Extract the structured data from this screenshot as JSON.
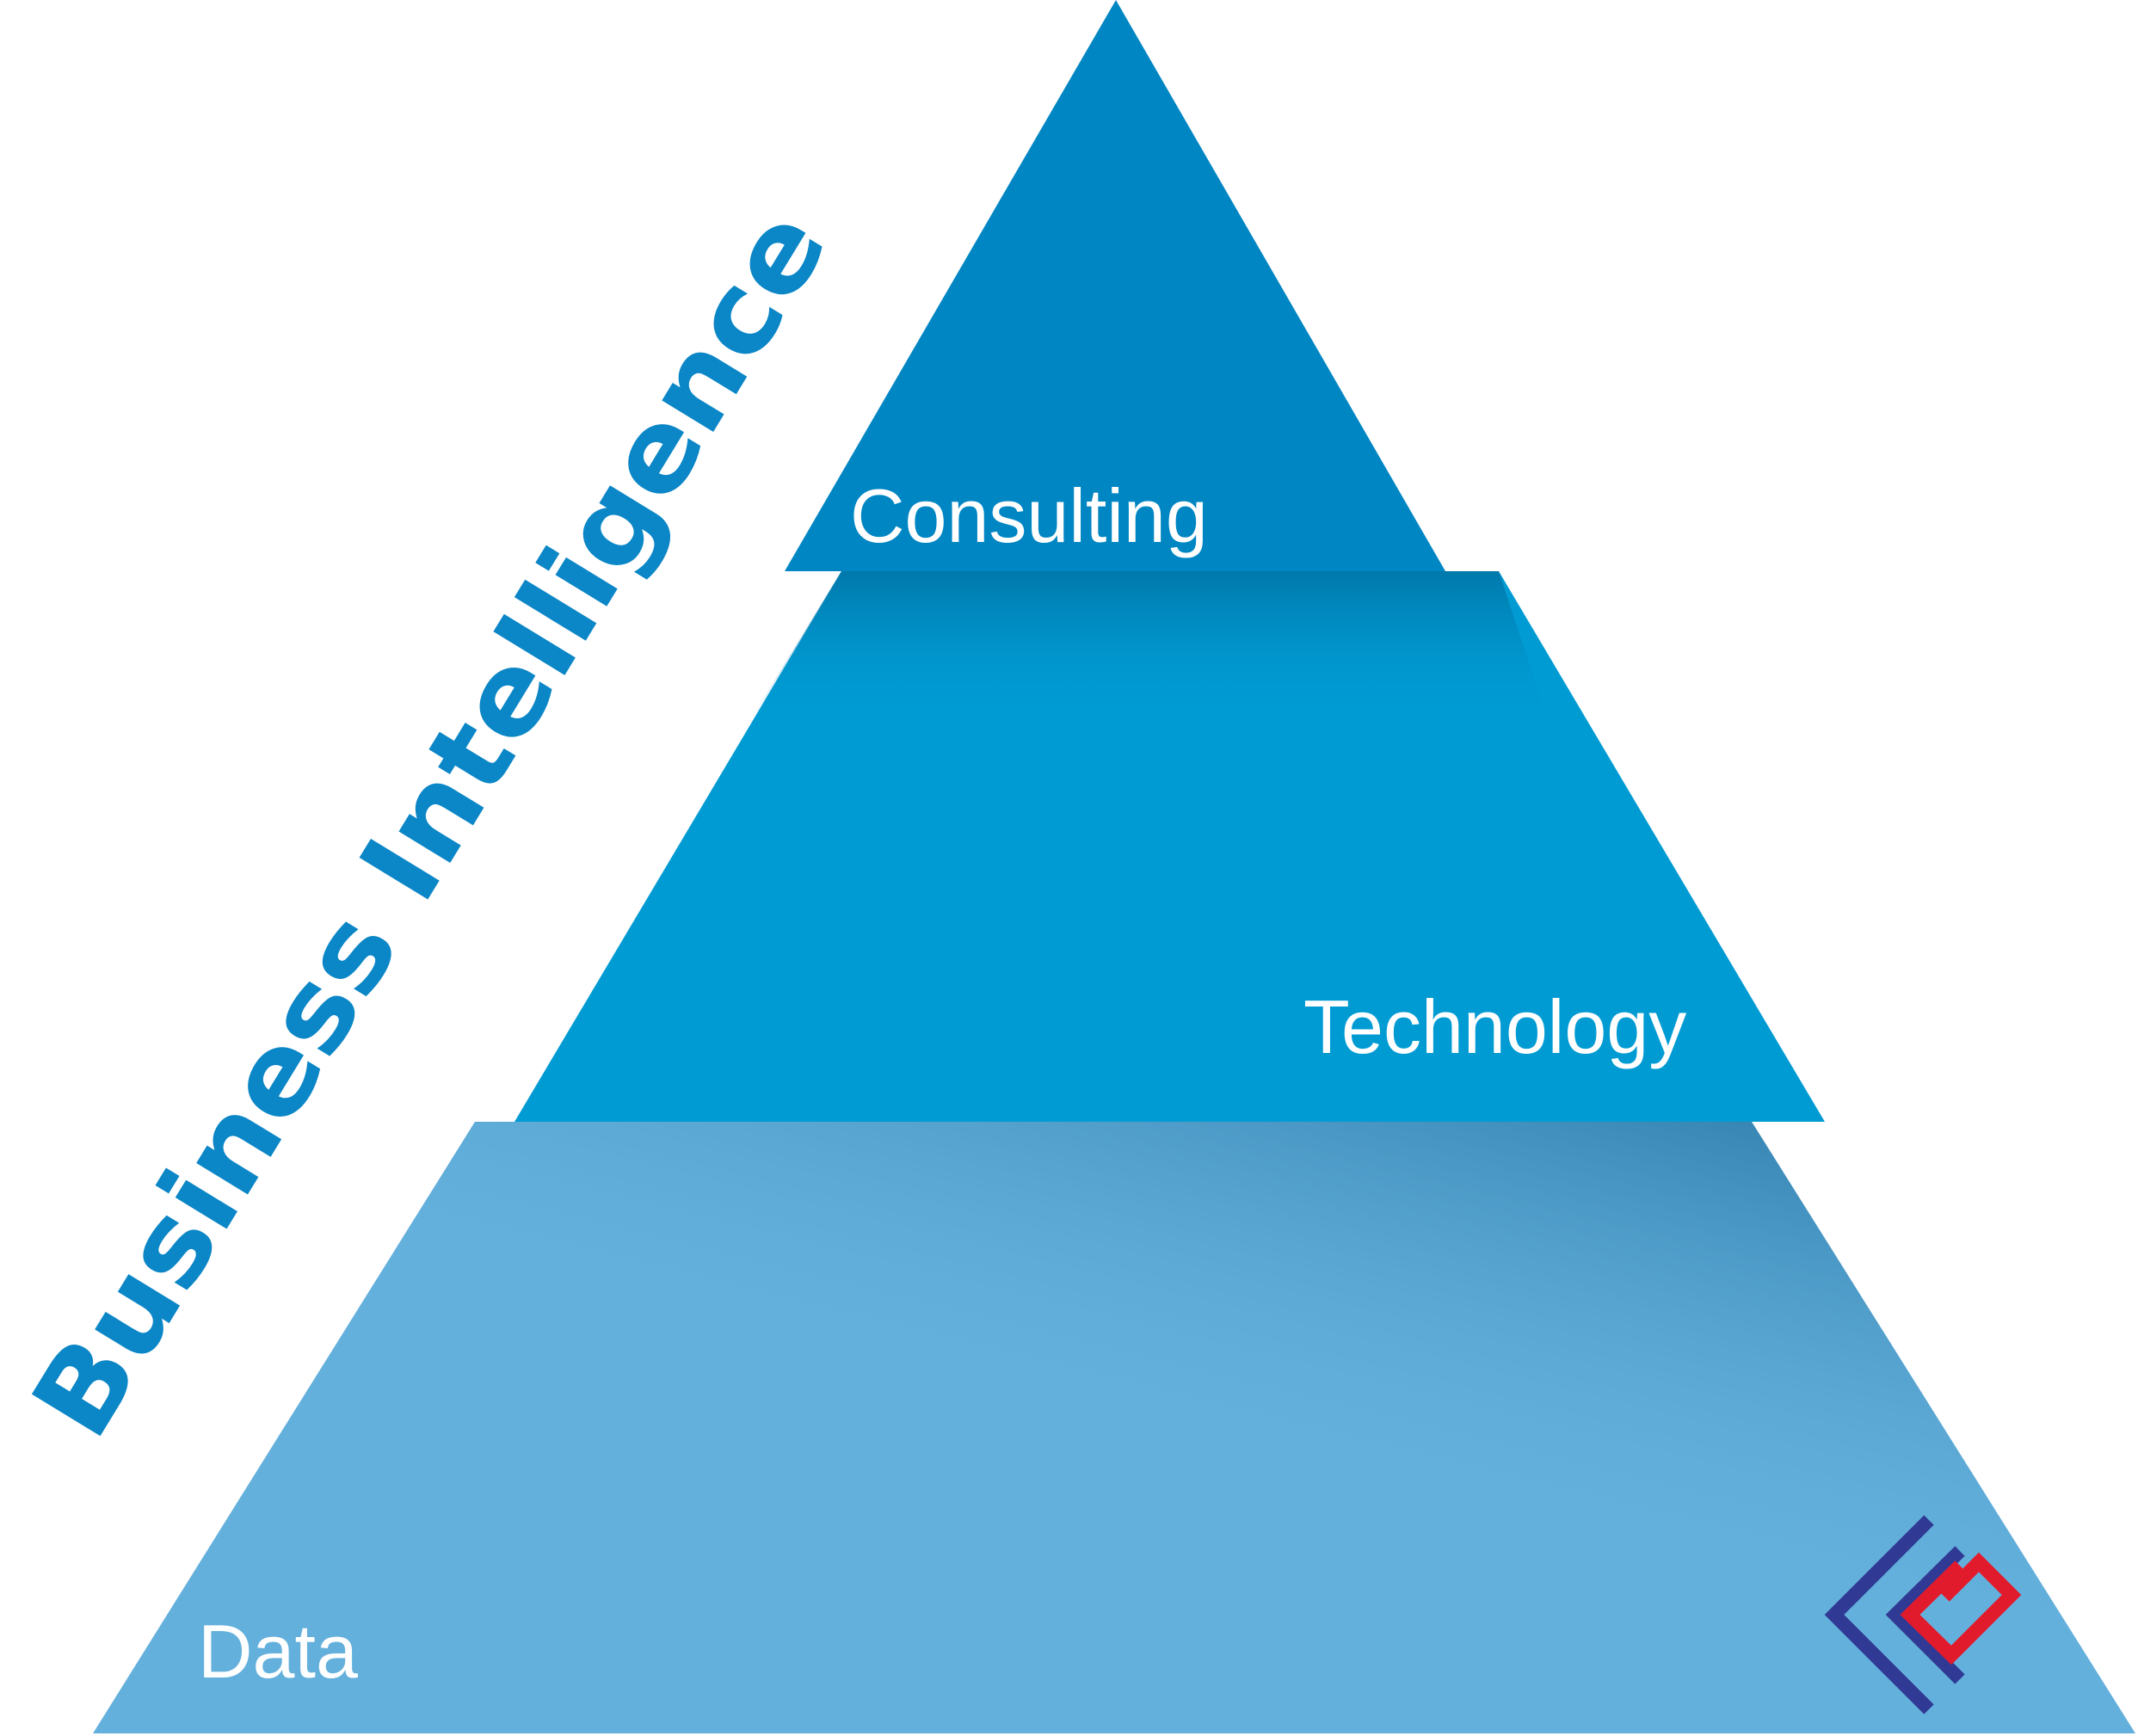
{
  "title": "Business Intelligence",
  "tiers": [
    {
      "label": "Consulting",
      "color": "#0086c3"
    },
    {
      "label": "Technology",
      "color": "#009bd3"
    },
    {
      "label": "Data",
      "color": "#64b0dc"
    }
  ],
  "title_color": "#0b86c6",
  "logo": {
    "icon": "lg-logo-icon",
    "colors": [
      "#303a94",
      "#e21b2c"
    ]
  }
}
